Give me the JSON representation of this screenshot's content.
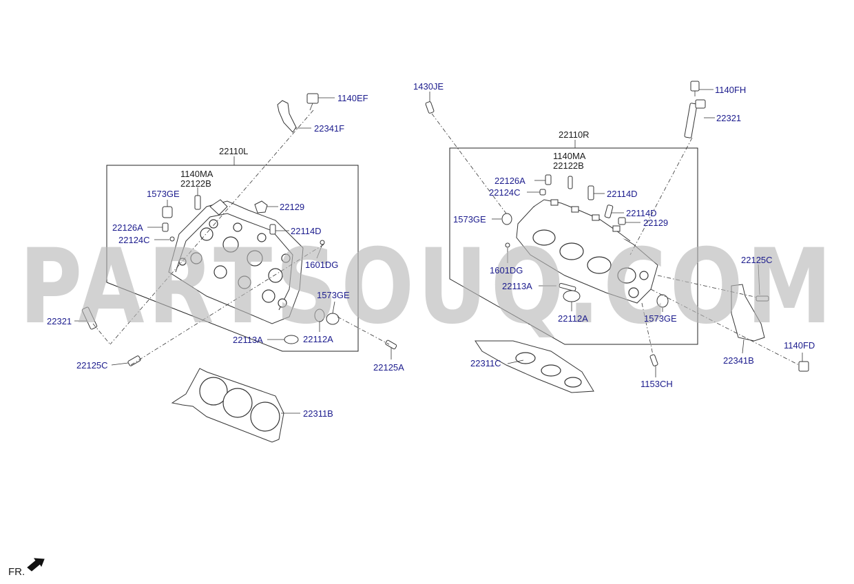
{
  "diagram": {
    "watermark": "PARTSOUQ.COM",
    "direction_label": "FR.",
    "left_assembly": {
      "title": "22110L",
      "parts": {
        "p1140EF": "1140EF",
        "p22341F": "22341F",
        "p1140MA": "1140MA",
        "p22122B": "22122B",
        "p1573GE_a": "1573GE",
        "p22129": "22129",
        "p22126A": "22126A",
        "p22114D": "22114D",
        "p22124C": "22124C",
        "p1601DG": "1601DG",
        "p1573GE_b": "1573GE",
        "p22321": "22321",
        "p22113A": "22113A",
        "p22112A": "22112A",
        "p22125C": "22125C",
        "p22125A": "22125A",
        "p22311B": "22311B"
      }
    },
    "right_assembly": {
      "title": "22110R",
      "parts": {
        "p1430JE": "1430JE",
        "p1140FH": "1140FH",
        "p22321": "22321",
        "p1140MA": "1140MA",
        "p22122B": "22122B",
        "p22126A": "22126A",
        "p22114D_a": "22114D",
        "p22124C": "22124C",
        "p22114D_b": "22114D",
        "p1573GE_a": "1573GE",
        "p22129": "22129",
        "p1601DG": "1601DG",
        "p22125C": "22125C",
        "p22113A": "22113A",
        "p22112A": "22112A",
        "p1573GE_b": "1573GE",
        "p22311C": "22311C",
        "p22341B": "22341B",
        "p1140FD": "1140FD",
        "p1153CH": "1153CH"
      }
    },
    "colors": {
      "label": "#1a1a8c",
      "line": "#333333",
      "watermark": "#b8b8b8"
    }
  }
}
